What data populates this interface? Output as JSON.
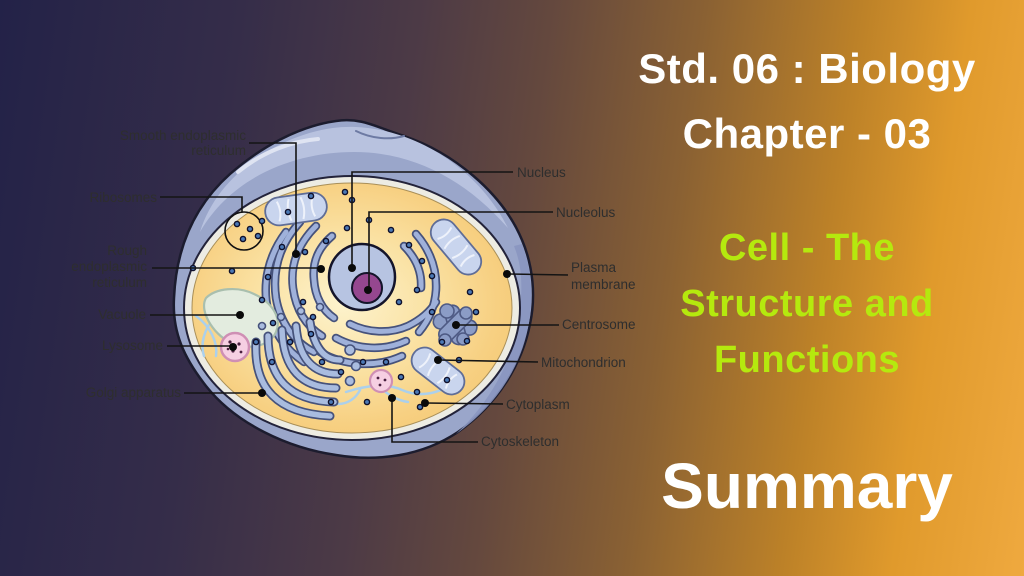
{
  "panel": {
    "line1": "Std. 06 : Biology",
    "line2": "Chapter - 03",
    "subtitle_lines": [
      "Cell - The",
      "Structure and",
      "Functions"
    ],
    "summary": "Summary"
  },
  "colors": {
    "title_text": "#ffffff",
    "subtitle_text": "#b5e90e",
    "label_text": "#2e2e2e",
    "background_left": "#232248",
    "background_right": "#efa93f",
    "cell_membrane": "#9aa6ca",
    "cytoplasm_fill": "#f6c973",
    "nucleus_fill": "#b7c4e2",
    "nucleolus_fill": "#95478f"
  },
  "diagram": {
    "title": "Animal cell structure",
    "labels": [
      {
        "id": "smooth-er",
        "lines": [
          "Smooth endoplasmic",
          "reticulum"
        ]
      },
      {
        "id": "ribosomes",
        "lines": [
          "Ribosomes"
        ]
      },
      {
        "id": "rough-er",
        "lines": [
          "Rough",
          "endoplasmic",
          "reticulum"
        ]
      },
      {
        "id": "vacuole",
        "lines": [
          "Vacuole"
        ]
      },
      {
        "id": "lysosome",
        "lines": [
          "Lysosome"
        ]
      },
      {
        "id": "golgi",
        "lines": [
          "Golgi apparatus"
        ]
      },
      {
        "id": "nucleus",
        "lines": [
          "Nucleus"
        ]
      },
      {
        "id": "nucleolus",
        "lines": [
          "Nucleolus"
        ]
      },
      {
        "id": "plasma-membrane",
        "lines": [
          "Plasma",
          "membrane"
        ]
      },
      {
        "id": "centrosome",
        "lines": [
          "Centrosome"
        ]
      },
      {
        "id": "mitochondrion",
        "lines": [
          "Mitochondrion"
        ]
      },
      {
        "id": "cytoplasm",
        "lines": [
          "Cytoplasm"
        ]
      },
      {
        "id": "cytoskeleton",
        "lines": [
          "Cytoskeleton"
        ]
      }
    ]
  }
}
